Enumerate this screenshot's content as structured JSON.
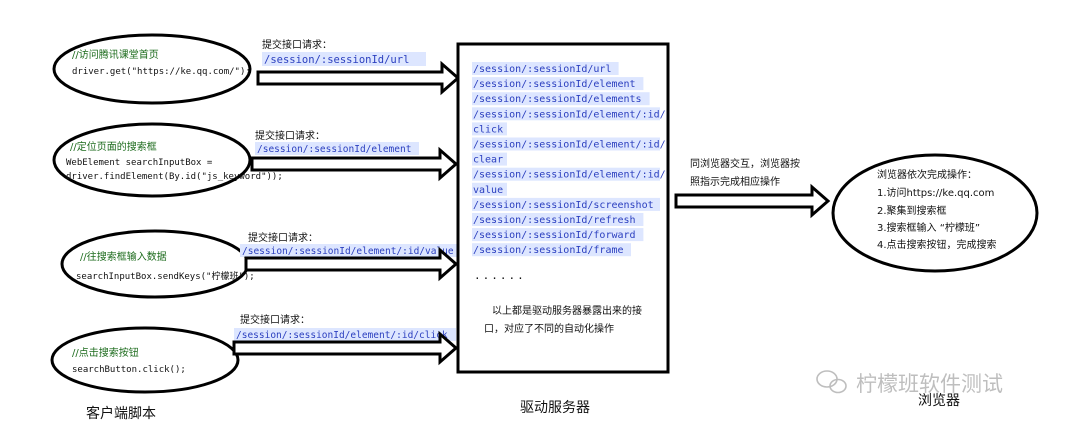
{
  "clients": [
    {
      "comment": "//访问腾讯课堂首页",
      "code": [
        "driver.get(\"https://ke.qq.com/\");"
      ]
    },
    {
      "comment": "//定位页面的搜索框",
      "code": [
        "WebElement searchInputBox =",
        "driver.findElement(By.id(\"js_keyword\"));"
      ]
    },
    {
      "comment": "//往搜索框输入数据",
      "code": [
        "searchInputBox.sendKeys(\"柠檬班\");"
      ]
    },
    {
      "comment": "//点击搜索按钮",
      "code": [
        "searchButton.click();"
      ]
    }
  ],
  "requests": [
    {
      "label": "提交接口请求：",
      "endpoint": "/session/:sessionId/url"
    },
    {
      "label": "提交接口请求：",
      "endpoint": "/session/:sessionId/element"
    },
    {
      "label": "提交接口请求：",
      "endpoint": "/session/:sessionId/element/:id/value"
    },
    {
      "label": "提交接口请求：",
      "endpoint": "/session/:sessionId/element/:id/click"
    }
  ],
  "server": {
    "endpoints": [
      "/session/:sessionId/url",
      "/session/:sessionId/element",
      "/session/:sessionId/elements",
      "/session/:sessionId/element/:id/",
      "click",
      "/session/:sessionId/element/:id/",
      "clear",
      "/session/:sessionId/element/:id/",
      "value",
      "/session/:sessionId/screenshot",
      "/session/:sessionId/refresh",
      "/session/:sessionId/forward",
      "/session/:sessionId/frame"
    ],
    "ellipsis": "......",
    "note": [
      "以上都是驱动服务器暴露出来的接",
      "口，对应了不同的自动化操作"
    ]
  },
  "interact_label": [
    "同浏览器交互，浏览器按",
    "照指示完成相应操作"
  ],
  "browser_steps": {
    "title": "浏览器依次完成操作：",
    "items": [
      "1.访问https://ke.qq.com",
      "2.聚集到搜索框",
      "3.搜索框输入 “柠檬班”",
      "4.点击搜索按钮，完成搜索"
    ]
  },
  "captions": {
    "client": "客户端脚本",
    "server": "驱动服务器",
    "browser": "浏览器"
  },
  "watermark": "柠檬班软件测试",
  "colors": {
    "endpoint": "#2b3fbf",
    "highlight": "#dde6ff",
    "comment": "#1c6b1c",
    "ink": "#111111"
  }
}
